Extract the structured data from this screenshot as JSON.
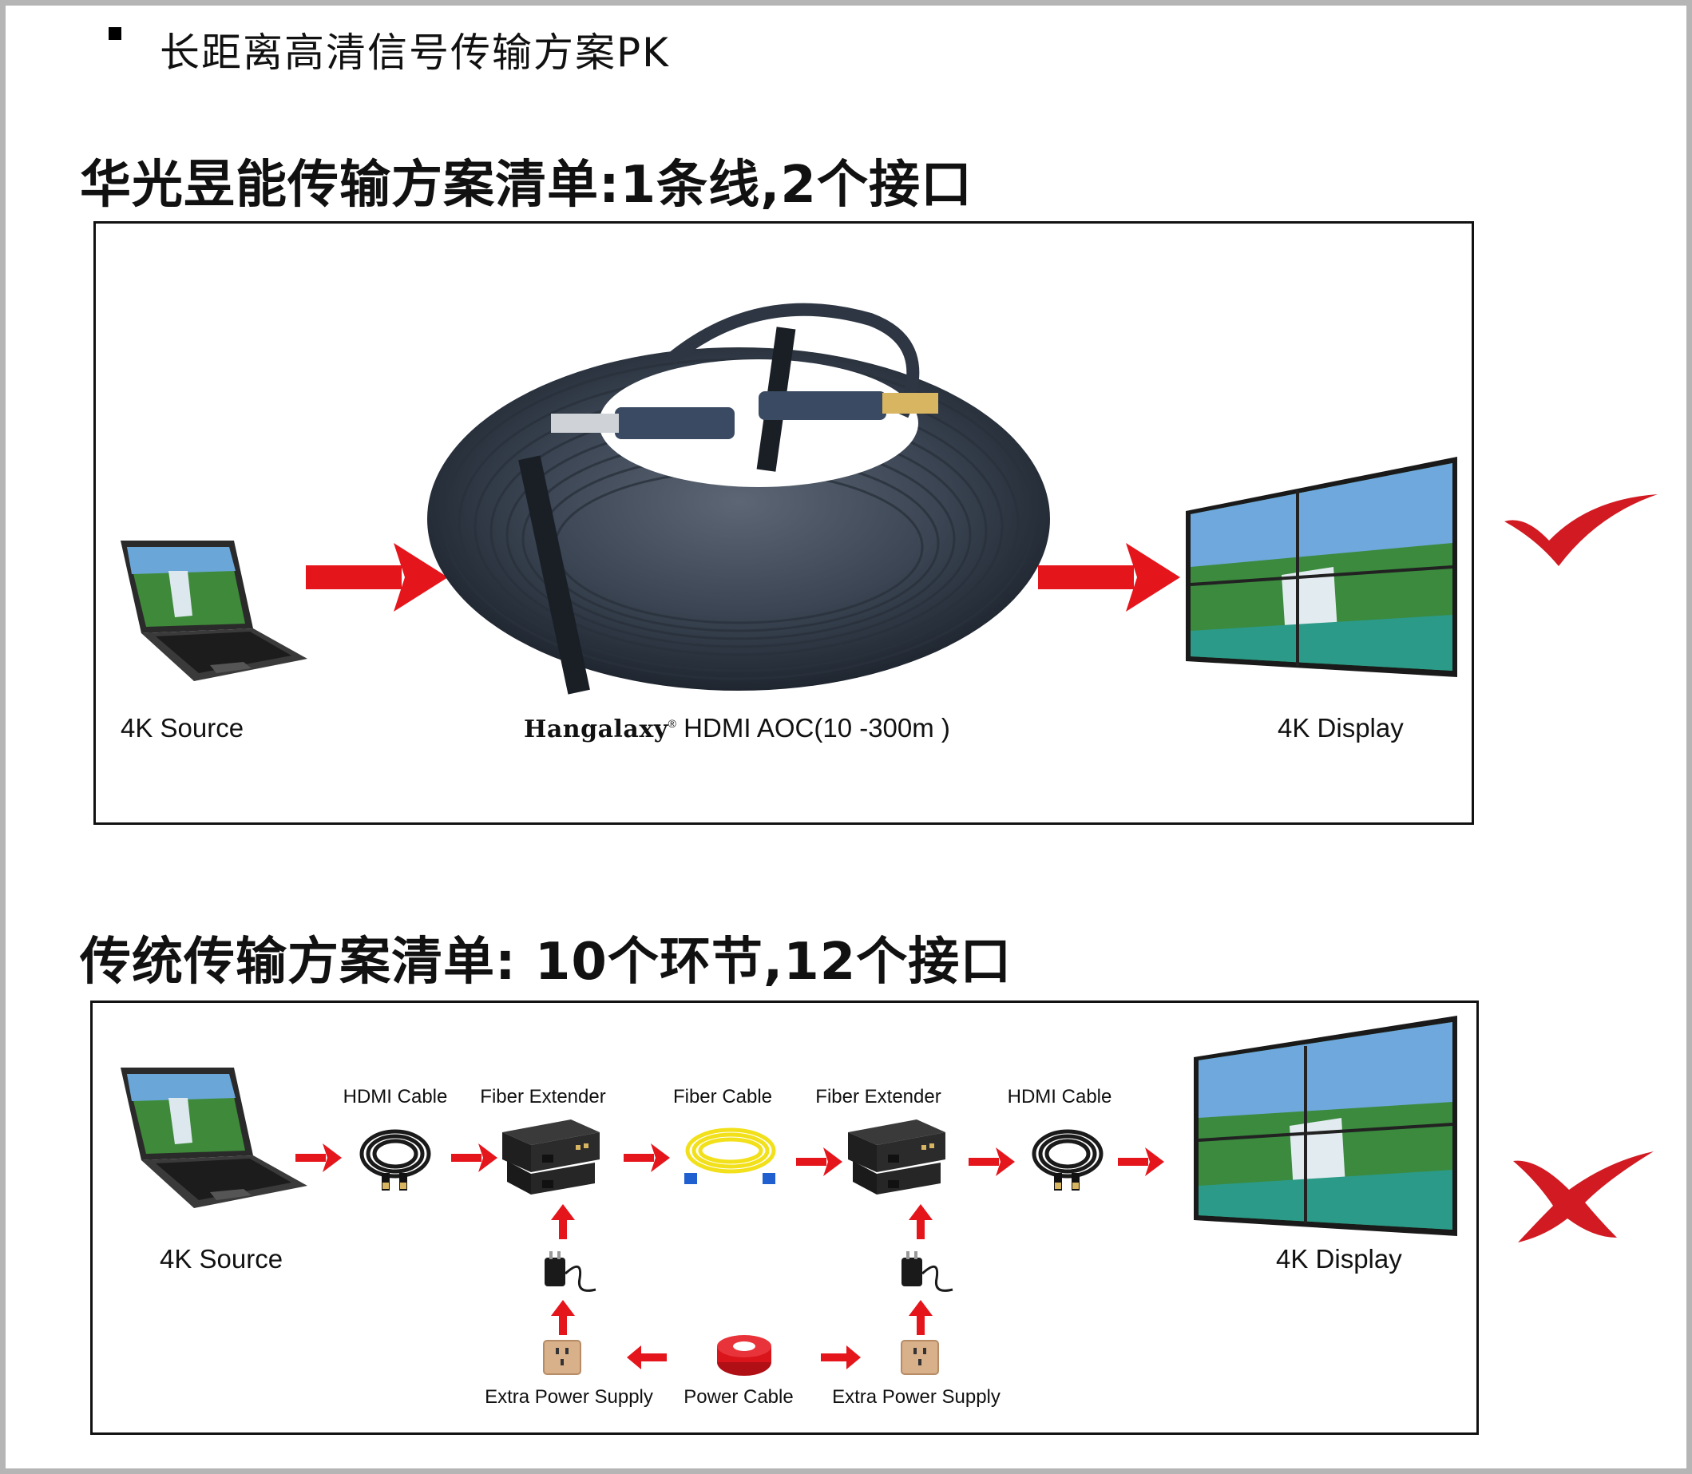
{
  "header": {
    "title": "长距离高清信号传输方案PK"
  },
  "section1": {
    "title": "华光昱能传输方案清单:1条线,2个接口",
    "source_label": "4K Source",
    "product_brand": "Hangalaxy",
    "product_reg": "®",
    "product_label": " HDMI AOC(10 -300m )",
    "display_label": "4K Display",
    "verdict_icon": "check-mark-icon"
  },
  "section2": {
    "title": "传统传输方案清单: 10个环节,12个接口",
    "source_label": "4K Source",
    "chain_labels": [
      "HDMI Cable",
      "Fiber Extender",
      "Fiber Cable",
      "Fiber Extender",
      "HDMI Cable"
    ],
    "display_label": "4K Display",
    "power_labels": [
      "Extra Power Supply",
      "Power Cable",
      "Extra Power Supply"
    ],
    "verdict_icon": "cross-mark-icon"
  },
  "colors": {
    "arrow": "#e5151c",
    "cable": "#3a4452",
    "fiber": "#f2e01a",
    "power_cable": "#d9141b",
    "frame": "#b5b5b5"
  }
}
